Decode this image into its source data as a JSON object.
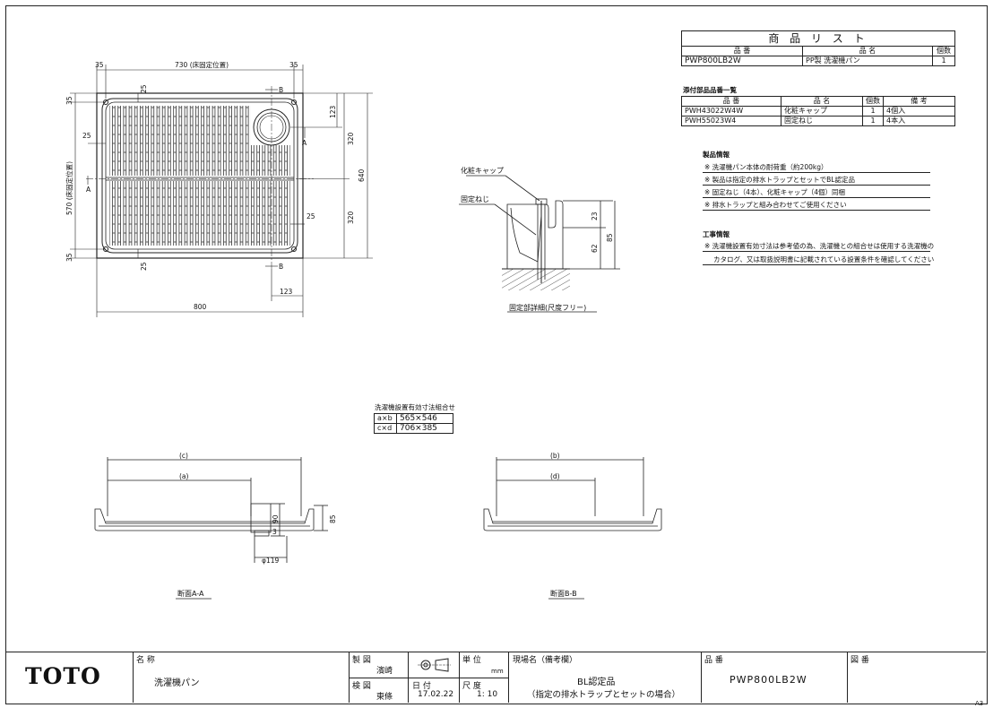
{
  "product_list": {
    "title": "商 品 リ ス ト",
    "headers": [
      "品 番",
      "品 名",
      "個数"
    ],
    "row": {
      "code": "PWP800LB2W",
      "name": "PP製 洗濯機パン",
      "qty": "1"
    }
  },
  "accessory_list": {
    "title": "添付部品品番一覧",
    "headers": [
      "品 番",
      "品 名",
      "個数",
      "備 考"
    ],
    "rows": [
      {
        "code": "PWH43022W4W",
        "name": "化粧キャップ",
        "qty": "1",
        "note": "4個入"
      },
      {
        "code": "PWH55023W4",
        "name": "固定ねじ",
        "qty": "1",
        "note": "4本入"
      }
    ]
  },
  "product_info": {
    "title": "製品情報",
    "items": [
      "※ 洗濯機パン本体の耐荷重（約200kg）",
      "※ 製品は指定の排水トラップとセットでBL認定品",
      "※ 固定ねじ（4本）、化粧キャップ（4個）同梱",
      "※ 排水トラップと組み合わせてご使用ください"
    ]
  },
  "construction_info": {
    "title": "工事情報",
    "items": [
      "※ 洗濯機設置有効寸法は参考値の為、洗濯機との組合せは使用する洗濯機の",
      "カタログ、又は取扱説明書に記載されている設置条件を確認してください"
    ]
  },
  "plan_view": {
    "dims": {
      "left_margin": "35",
      "fixing_pitch": "730 (床固定位置)",
      "right_margin": "35",
      "overall_width": "800",
      "overall_depth": "640",
      "fixing_depth": "570 (床固定位置)",
      "top_35": "35",
      "bottom_35": "35",
      "half_top": "320",
      "half_bottom": "320",
      "drain_offset": "123",
      "drain_x": "123",
      "rib_25_top": "25",
      "rib_25_left": "25",
      "rib_25_right": "25",
      "rib_25_bottom": "25"
    },
    "markers": {
      "a": "A",
      "b": "B"
    }
  },
  "detail": {
    "cap_label": "化粧キャップ",
    "screw_label": "固定ねじ",
    "dim_23": "23",
    "dim_62": "62",
    "dim_85": "85",
    "caption": "固定部詳細(尺度フリー)"
  },
  "install_table": {
    "title": "洗濯機設置有効寸法組合せ",
    "rows": [
      {
        "key": "a×b",
        "value": "565×546"
      },
      {
        "key": "c×d",
        "value": "706×385"
      }
    ]
  },
  "section_aa": {
    "c": "(c)",
    "a": "(a)",
    "dim_90": "90",
    "dim_85": "85",
    "dim_3": "3",
    "dia": "φ119",
    "caption": "断面A-A"
  },
  "section_bb": {
    "b": "(b)",
    "d": "(d)",
    "caption": "断面B-B"
  },
  "title_block": {
    "logo": "TOTO",
    "name_label": "名 称",
    "name": "洗濯機パン",
    "drawn_label": "製 図",
    "drawn_by": "濱崎",
    "checked_label": "検 図",
    "checked_by": "東條",
    "unit_label": "単 位",
    "unit": "mm",
    "date_label": "日 付",
    "date": "17.02.22",
    "scale_label": "尺 度",
    "scale": "1: 10",
    "site_label": "現場名（備考欄）",
    "site_line1": "BL認定品",
    "site_line2": "（指定の排水トラップとセットの場合）",
    "part_label": "品 番",
    "part_no": "PWP800LB2W",
    "drawing_label": "図 番",
    "sheet": "A3"
  }
}
